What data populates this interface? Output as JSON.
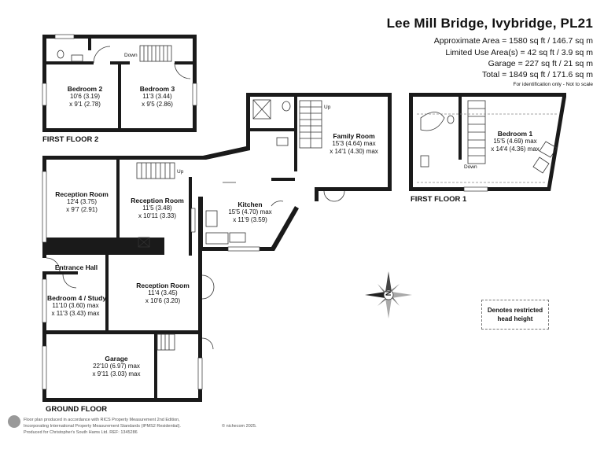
{
  "header": {
    "title": "Lee Mill Bridge, Ivybridge, PL21",
    "approx_area": "Approximate Area = 1580 sq ft / 146.7 sq m",
    "limited_use": "Limited Use Area(s) = 42 sq ft / 3.9 sq m",
    "garage": "Garage = 227 sq ft / 21 sq m",
    "total": "Total = 1849 sq ft / 171.6 sq m",
    "note": "For identification only - Not to scale"
  },
  "floors": {
    "first_floor_2": "FIRST FLOOR 2",
    "first_floor_1": "FIRST FLOOR 1",
    "ground_floor": "GROUND FLOOR"
  },
  "rooms": {
    "bedroom2": {
      "name": "Bedroom 2",
      "dim1": "10'6 (3.19)",
      "dim2": "x 9'1 (2.78)"
    },
    "bedroom3": {
      "name": "Bedroom 3",
      "dim1": "11'3 (3.44)",
      "dim2": "x 9'5 (2.86)"
    },
    "family_room": {
      "name": "Family Room",
      "dim1": "15'3 (4.64) max",
      "dim2": "x 14'1 (4.30) max"
    },
    "bedroom1": {
      "name": "Bedroom 1",
      "dim1": "15'5 (4.69) max",
      "dim2": "x 14'4 (4.36) max"
    },
    "reception1": {
      "name": "Reception Room",
      "dim1": "12'4 (3.75)",
      "dim2": "x 9'7 (2.91)"
    },
    "reception2": {
      "name": "Reception Room",
      "dim1": "11'5 (3.48)",
      "dim2": "x 10'11 (3.33)"
    },
    "kitchen": {
      "name": "Kitchen",
      "dim1": "15'5 (4.70) max",
      "dim2": "x 11'9 (3.59)"
    },
    "entrance_hall": {
      "name": "Entrance Hall"
    },
    "reception3": {
      "name": "Reception Room",
      "dim1": "11'4 (3.45)",
      "dim2": "x 10'6 (3.20)"
    },
    "bedroom4": {
      "name": "Bedroom 4 / Study",
      "dim1": "11'10 (3.60) max",
      "dim2": "x 11'3 (3.43) max"
    },
    "garage": {
      "name": "Garage",
      "dim1": "22'10 (6.97) max",
      "dim2": "x 9'11 (3.03) max"
    }
  },
  "stair_labels": {
    "down_ff2": "Down",
    "up_ff1": "Up",
    "down_ff1": "Down",
    "up_gf": "Up"
  },
  "compass": {
    "letter": "N"
  },
  "legend": {
    "line1": "Denotes restricted",
    "line2": "head height"
  },
  "footer": {
    "line1": "Floor plan produced in accordance with RICS Property Measurement 2nd Edition,",
    "line2": "Incorporating International Property Measurement Standards (IPMS2 Residential).",
    "line3": "Produced for Christopher's South Hams Ltd.   REF: 1345286",
    "copyright": "© nichecom 2025."
  }
}
